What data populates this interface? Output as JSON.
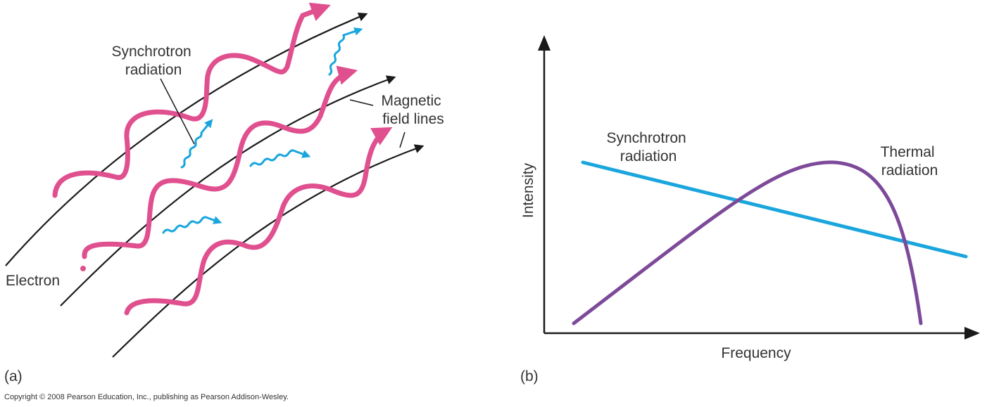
{
  "panel_a": {
    "label": "(a)",
    "synchrotron_label": [
      "Synchrotron",
      "radiation"
    ],
    "magnetic_label": [
      "Magnetic",
      "field lines"
    ],
    "electron_label": "Electron"
  },
  "panel_b": {
    "label": "(b)",
    "ylabel": "Intensity",
    "xlabel": "Frequency",
    "synchrotron_label": [
      "Synchrotron",
      "radiation"
    ],
    "thermal_label": [
      "Thermal",
      "radiation"
    ]
  },
  "copyright": "Copyright © 2008 Pearson Education, Inc., publishing as Pearson Addison-Wesley.",
  "colors": {
    "helix": "#e0508f",
    "photon": "#1aa6dd",
    "field_line": "#1a1a1a",
    "synchrotron_curve": "#1aa6dd",
    "thermal_curve": "#7d4a9a",
    "axis": "#1a1a1a"
  }
}
